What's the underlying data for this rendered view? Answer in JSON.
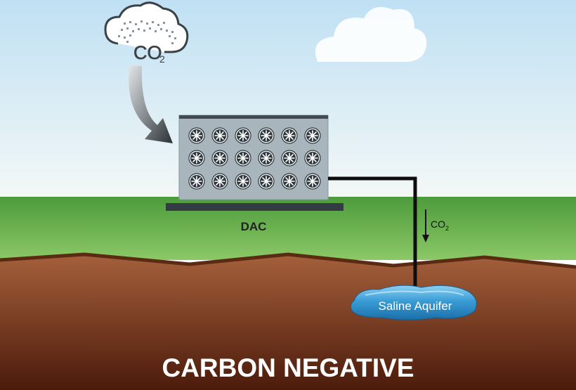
{
  "diagram": {
    "cloud_label_main": "CO",
    "cloud_label_sub": "2",
    "dac_label": "DAC",
    "flow_label_main": "CO",
    "flow_label_sub": "2",
    "aquifer_label": "Saline Aquifer",
    "footer_title": "CARBON NEGATIVE"
  },
  "colors": {
    "sky_top": "#bfe0f4",
    "sky_bottom": "#f4f8f6",
    "grass_top": "#4c9b3c",
    "grass_bottom": "#8cc867",
    "soil_top": "#a5603b",
    "soil_bottom": "#4b1b0b",
    "aquifer": "#2f93cf",
    "dac_body": "#a8b5bc",
    "dac_frame": "#404b53",
    "pipe": "#0e0e0e"
  },
  "icons": {
    "cloud": "co2-cloud-icon",
    "arrow": "curved-arrow-icon",
    "fan": "fan-icon"
  }
}
